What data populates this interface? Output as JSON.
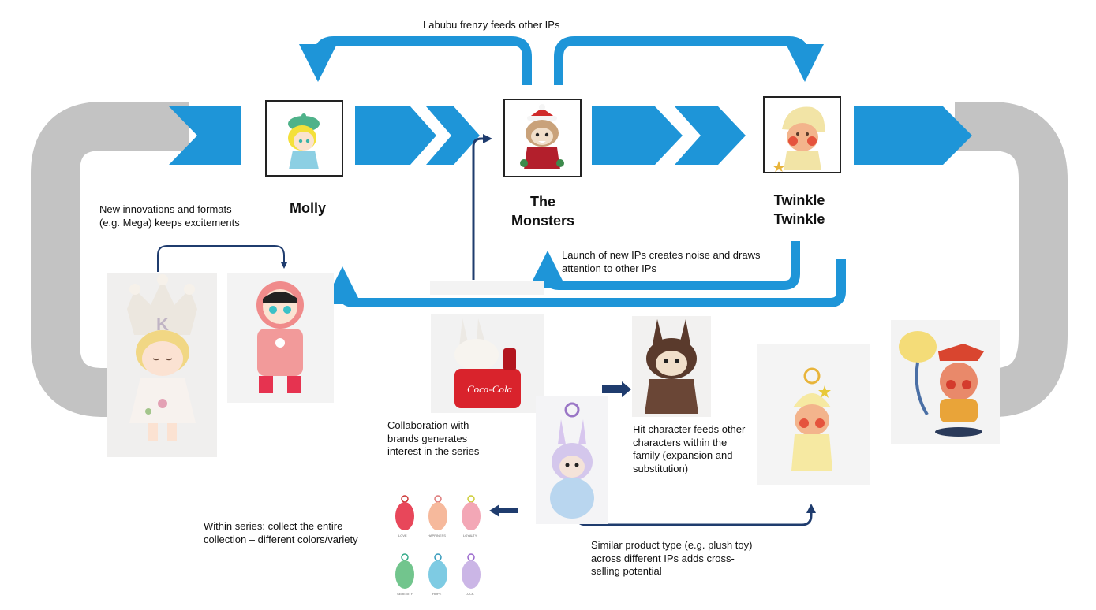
{
  "flow_labels": {
    "top": "Labubu frenzy feeds other IPs",
    "launch": "Launch of new IPs creates noise and draws attention to other IPs",
    "innovation": "New innovations and formats (e.g. Mega) keeps excitements",
    "collab": "Collaboration with brands generates interest in the series",
    "hit": "Hit character feeds other characters within the family (expansion and substitution)",
    "series": "Within series: collect the entire collection – different colors/variety",
    "cross": "Similar product type (e.g. plush toy) across different IPs adds cross-selling potential"
  },
  "ips": [
    {
      "name": "Molly"
    },
    {
      "name_line1": "The",
      "name_line2": "Monsters"
    },
    {
      "name_line1": "Twinkle",
      "name_line2": "Twinkle"
    }
  ],
  "product_text": {
    "coca_cola": "Coca-Cola",
    "crown_letter": "K",
    "series_labels": [
      "LOVE",
      "HAPPINESS",
      "LOYALTY",
      "SERENITY",
      "HOPE",
      "LUCK"
    ]
  },
  "colors": {
    "flow_blue": "#1e95d8",
    "connector_navy": "#1f3c6e",
    "loop_gray": "#c3c3c3"
  }
}
